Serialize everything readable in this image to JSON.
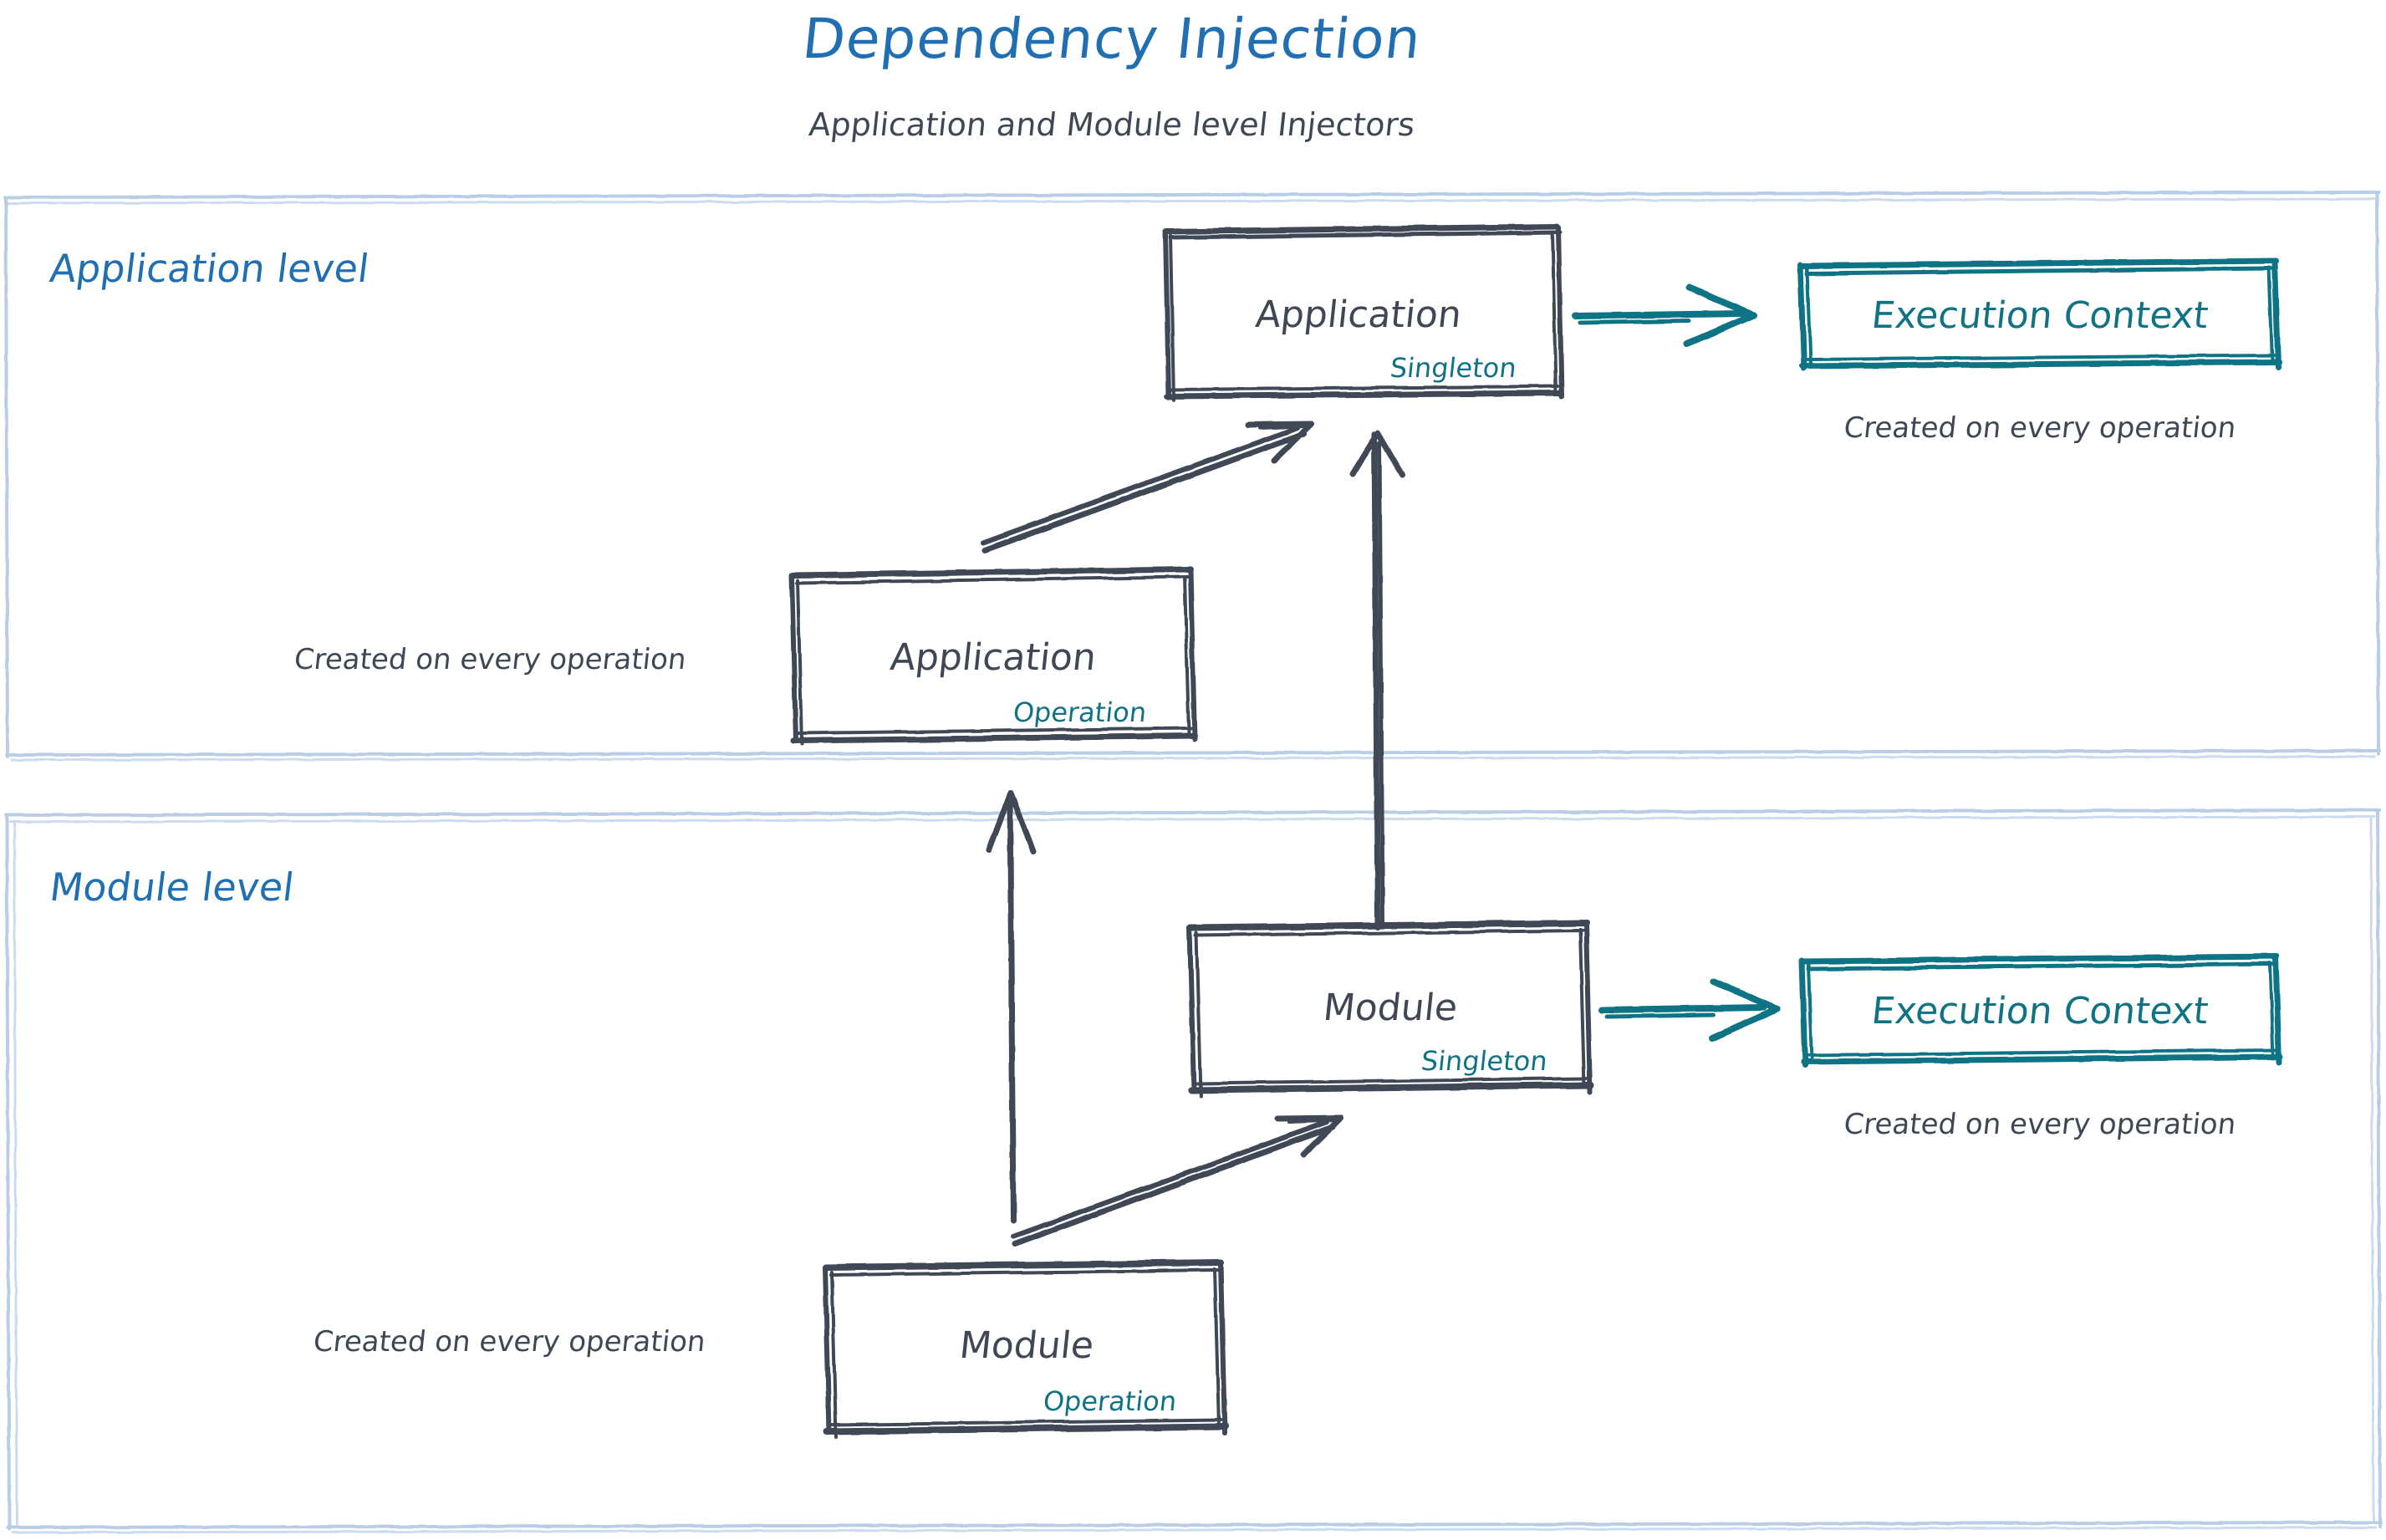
{
  "header": {
    "title": "Dependency Injection",
    "subtitle": "Application and Module level Injectors",
    "title_color": "#1f6fb2",
    "subtitle_color": "#3f4754"
  },
  "colors": {
    "blue": "#1f6fb2",
    "teal": "#107385",
    "slate": "#3f4754",
    "panel_border": "#b9cde6",
    "background": "#ffffff"
  },
  "panels": [
    {
      "id": "application-level",
      "label": "Application level"
    },
    {
      "id": "module-level",
      "label": "Module level"
    }
  ],
  "nodes": {
    "application_singleton": {
      "title": "Application",
      "scope": "Singleton"
    },
    "application_operation": {
      "title": "Application",
      "scope": "Operation",
      "note": "Created on every operation"
    },
    "application_execution_context": {
      "title": "Execution Context",
      "note": "Created on every operation"
    },
    "module_singleton": {
      "title": "Module",
      "scope": "Singleton"
    },
    "module_operation": {
      "title": "Module",
      "scope": "Operation",
      "note": "Created on every operation"
    },
    "module_execution_context": {
      "title": "Execution Context",
      "note": "Created on every operation"
    }
  },
  "edges": [
    {
      "from": "application_singleton",
      "to": "application_execution_context",
      "style": "teal-arrow"
    },
    {
      "from": "application_operation",
      "to": "application_singleton",
      "style": "slate-arrow"
    },
    {
      "from": "module_singleton",
      "to": "application_singleton",
      "style": "slate-arrow"
    },
    {
      "from": "module_operation",
      "to": "application_operation",
      "style": "slate-arrow"
    },
    {
      "from": "module_operation",
      "to": "module_singleton",
      "style": "slate-arrow"
    },
    {
      "from": "module_singleton",
      "to": "module_execution_context",
      "style": "teal-arrow"
    }
  ]
}
